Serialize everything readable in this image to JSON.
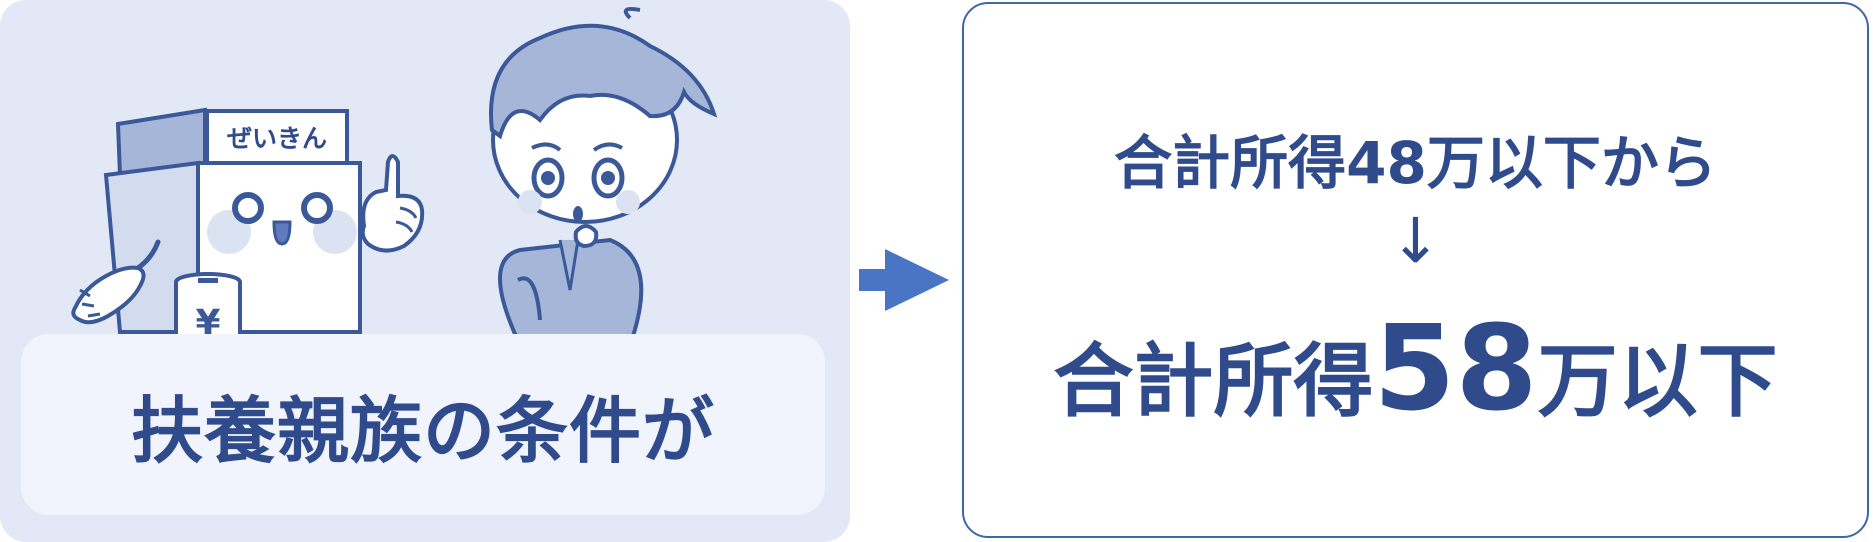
{
  "left_panel": {
    "box_label": "ぜいきん",
    "coin_symbol": "¥",
    "caption": "扶養親族の条件が"
  },
  "right_panel": {
    "line_before": "合計所得48万以下から",
    "arrow_symbol": "↓",
    "line_after": {
      "prefix": "合計所得",
      "amount": "58",
      "suffix": "万以下"
    }
  },
  "colors": {
    "accent": "#304b8c",
    "panel_bg": "#e2e8f5",
    "caption_bg": "#f1f4fc",
    "border": "#3f66a6",
    "arrow": "#4a74c4"
  }
}
